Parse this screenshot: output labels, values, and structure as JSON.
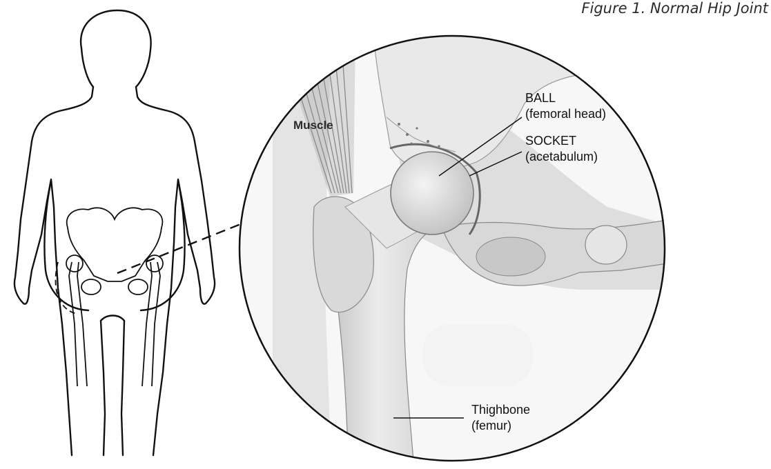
{
  "figure": {
    "caption": "Figure 1. Normal Hip Joint"
  },
  "labels": {
    "muscle": "Muscle",
    "ball": {
      "line1": "BALL",
      "line2": "(femoral head)"
    },
    "socket": {
      "line1": "SOCKET",
      "line2": "(acetabulum)"
    },
    "thighbone": {
      "line1": "Thighbone",
      "line2": "(femur)"
    }
  }
}
